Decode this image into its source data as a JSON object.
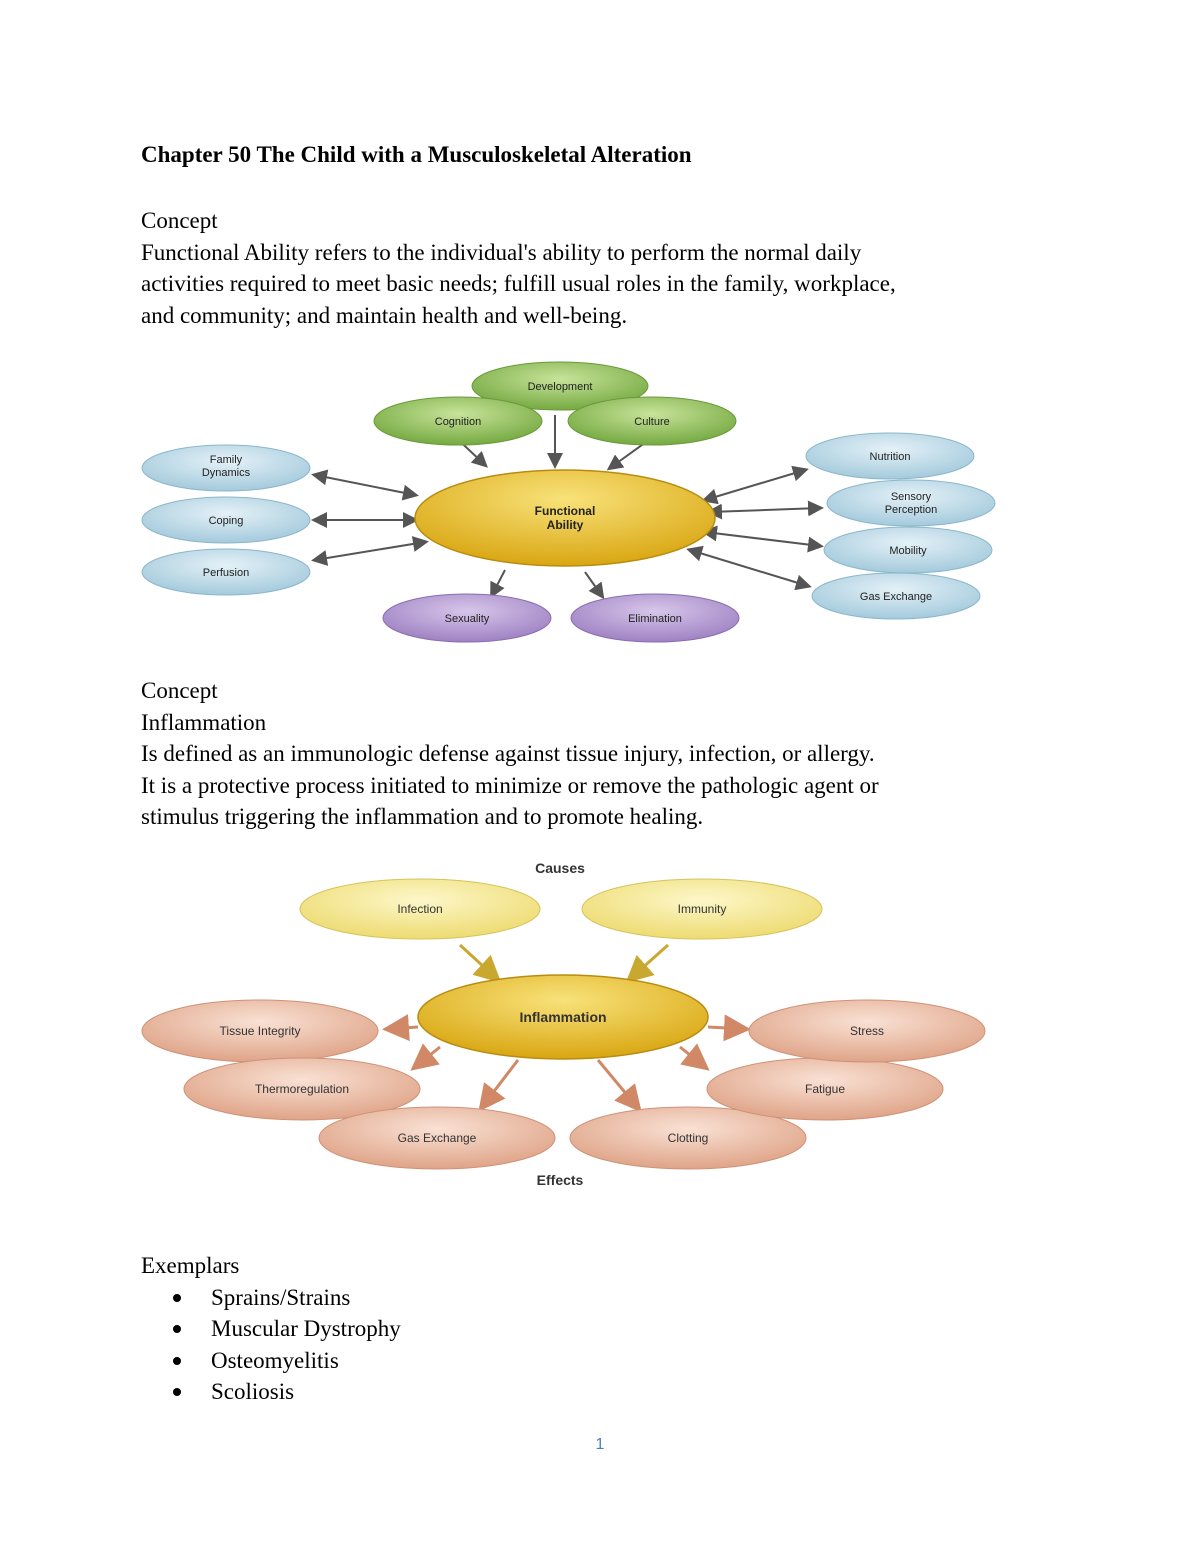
{
  "document": {
    "title": "Chapter 50 The Child with a Musculoskeletal Alteration",
    "section1": {
      "heading": "Concept",
      "lines": [
        "Functional Ability refers to the individual's ability to perform the normal daily",
        "activities required to meet basic needs; fulfill usual roles in the family, workplace,",
        "and community; and maintain health and well-being."
      ]
    },
    "diagram1": {
      "center": [
        "Functional",
        "Ability"
      ],
      "top": [
        "Development",
        "Cognition",
        "Culture"
      ],
      "left": [
        [
          "Family",
          "Dynamics"
        ],
        [
          "Coping"
        ],
        [
          "Perfusion"
        ]
      ],
      "right": [
        [
          "Nutrition"
        ],
        [
          "Sensory",
          "Perception"
        ],
        [
          "Mobility"
        ],
        [
          "Gas Exchange"
        ]
      ],
      "bottom": [
        "Sexuality",
        "Elimination"
      ],
      "colors": {
        "green": "#7fb347",
        "blue": "#a9cfe0",
        "gold": "#e0b020",
        "purple": "#a98cc6"
      }
    },
    "section2": {
      "heading": "Concept",
      "subheading": "Inflammation",
      "lines": [
        "Is defined as an immunologic defense against tissue injury, infection, or allergy.",
        "It is a protective process initiated to minimize or remove the pathologic agent or",
        "stimulus triggering the inflammation and to promote healing."
      ]
    },
    "diagram2": {
      "causes_label": "Causes",
      "effects_label": "Effects",
      "center": "Inflammation",
      "causes": [
        "Infection",
        "Immunity"
      ],
      "effects": [
        "Tissue Integrity",
        "Thermoregulation",
        "Gas Exchange",
        "Clotting",
        "Fatigue",
        "Stress"
      ],
      "colors": {
        "yellow": "#f2e58a",
        "gold": "#e0b020",
        "salmon": "#e2aa90"
      }
    },
    "exemplars": {
      "heading": "Exemplars",
      "items": [
        "Sprains/Strains",
        "Muscular Dystrophy",
        "Osteomyelitis",
        "Scoliosis"
      ]
    },
    "page_number": "1"
  }
}
